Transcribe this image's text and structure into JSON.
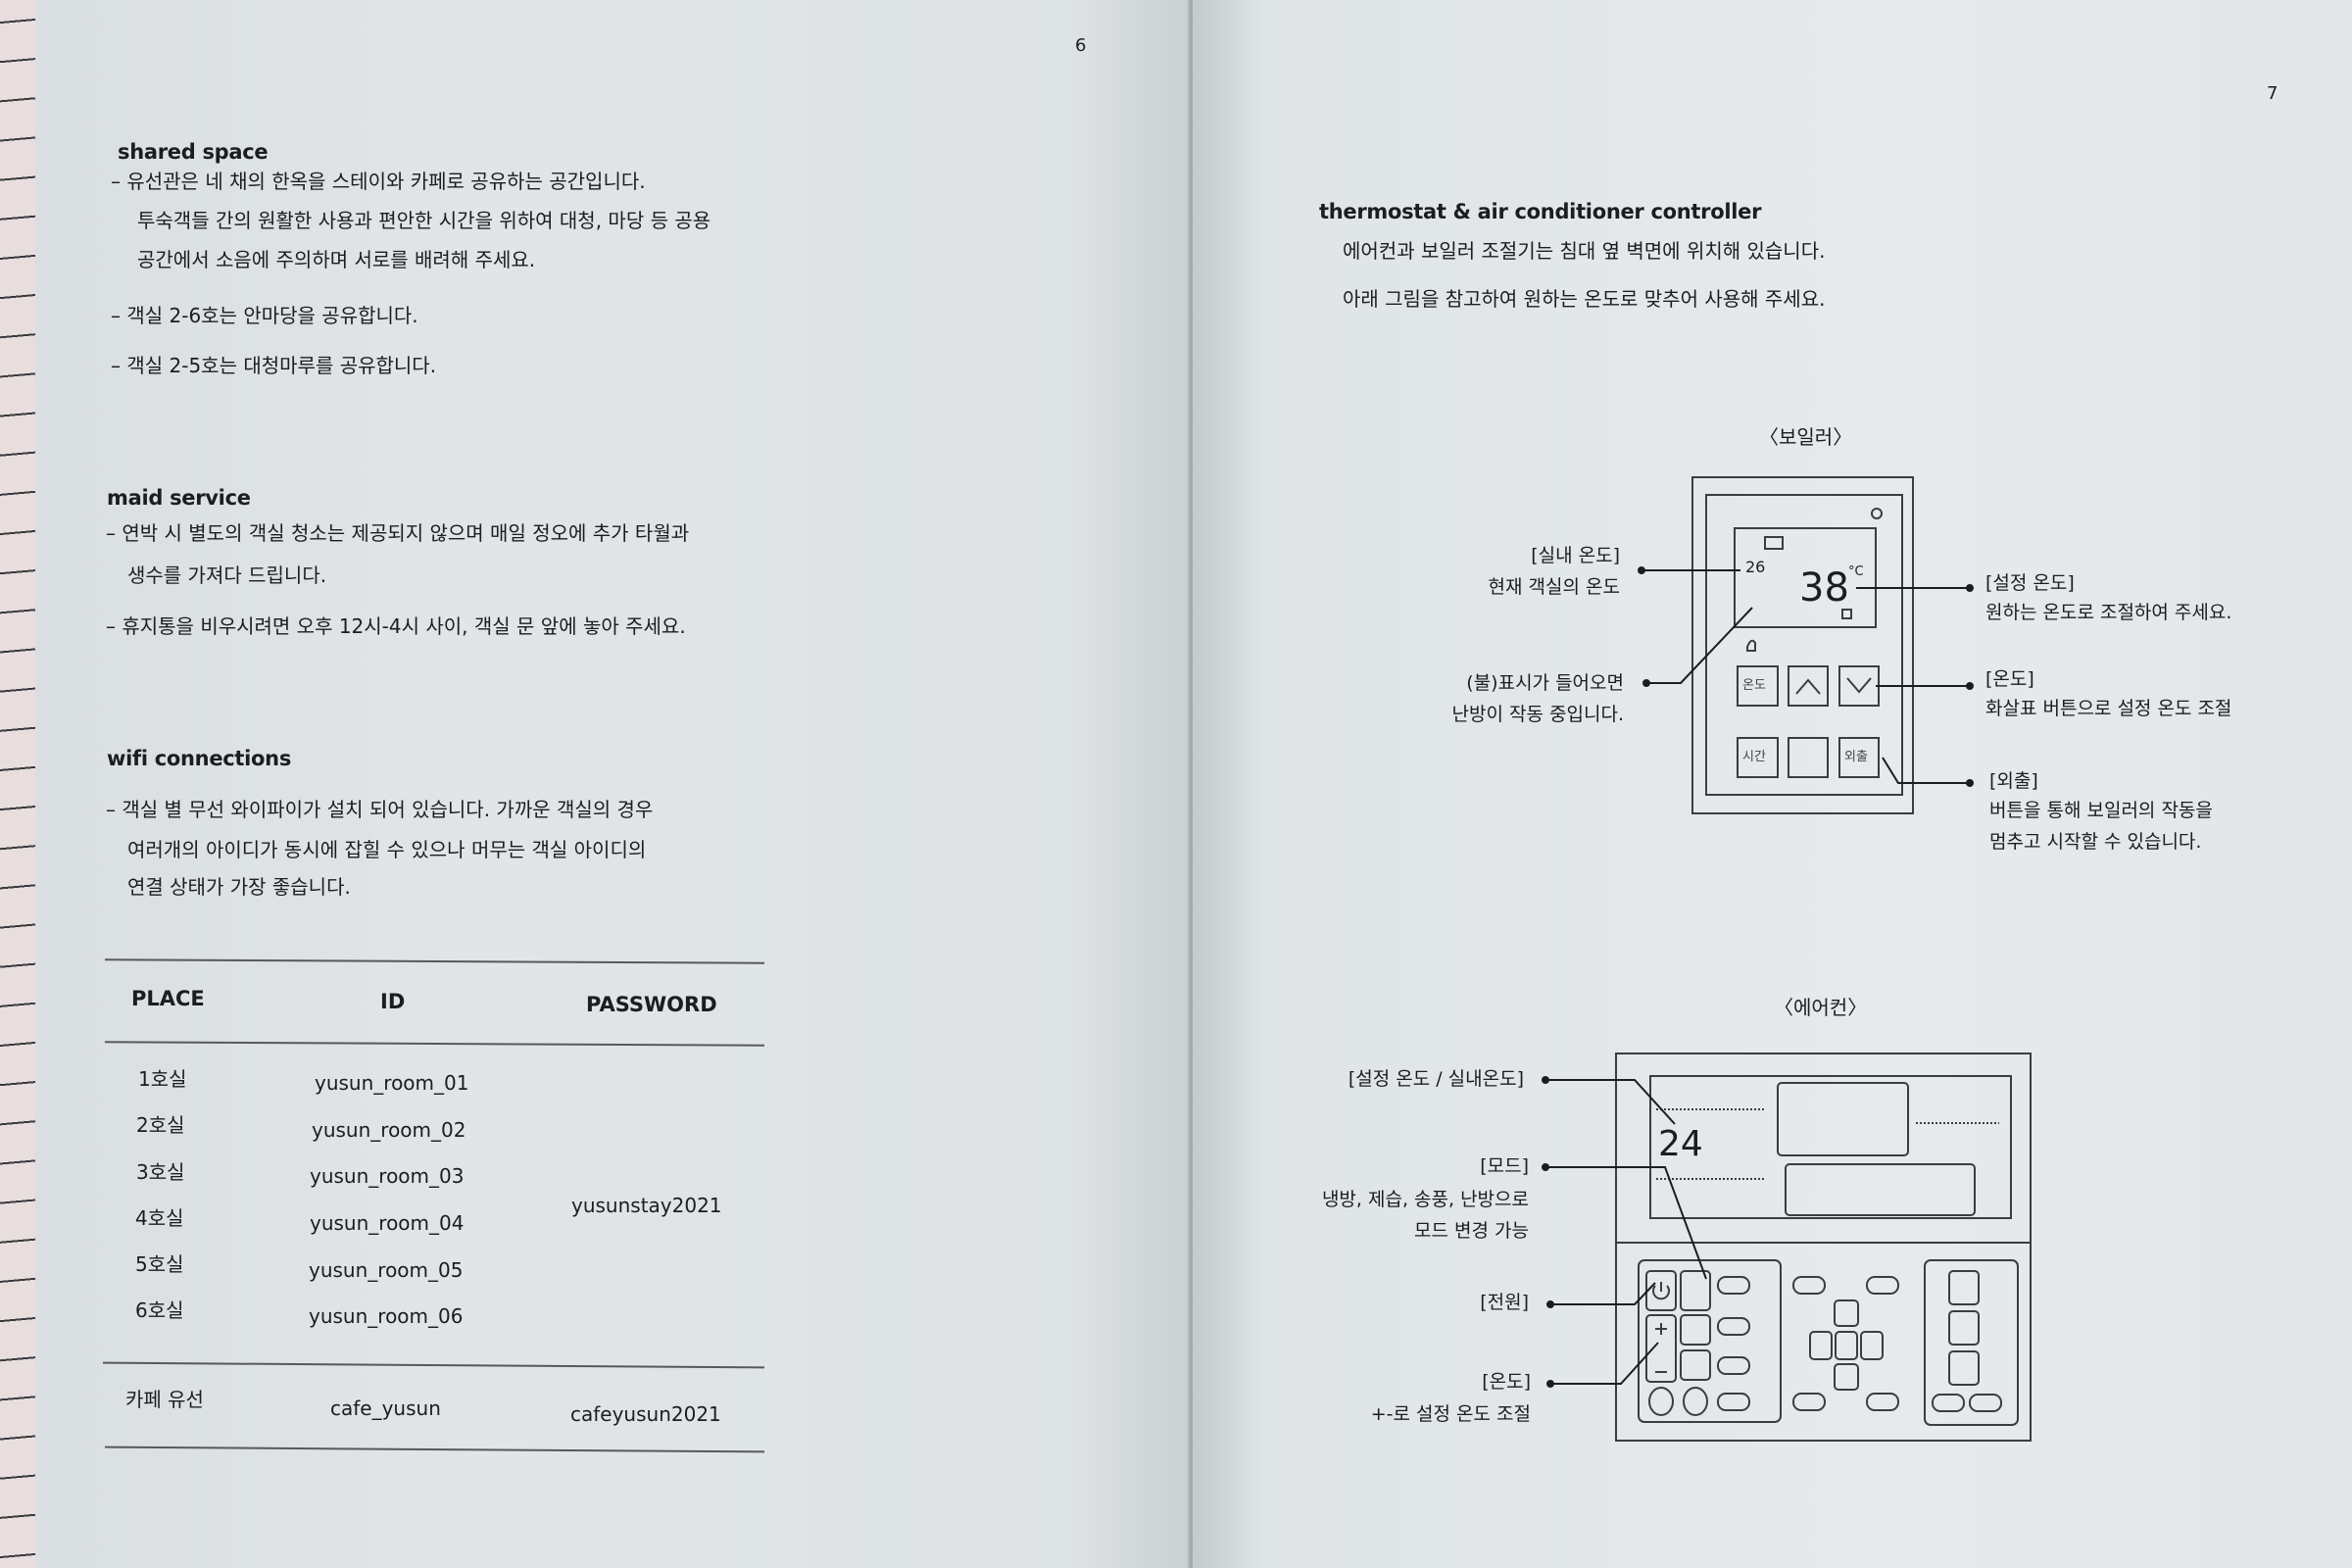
{
  "left_page": {
    "page_number": "6",
    "shared_space": {
      "heading": "shared space",
      "bullets": [
        "– 유선관은 네 채의 한옥을 스테이와 카페로 공유하는 공간입니다.",
        "투숙객들 간의 원활한 사용과 편안한 시간을 위하여 대청, 마당 등 공용",
        "공간에서 소음에 주의하며 서로를 배려해 주세요.",
        "– 객실 2-6호는 안마당을 공유합니다.",
        "– 객실 2-5호는 대청마루를 공유합니다."
      ]
    },
    "maid_service": {
      "heading": "maid service",
      "bullets": [
        "– 연박 시 별도의 객실 청소는 제공되지 않으며 매일 정오에 추가 타월과",
        "생수를 가져다 드립니다.",
        "– 휴지통을 비우시려면 오후 12시-4시 사이, 객실 문 앞에 놓아 주세요."
      ]
    },
    "wifi": {
      "heading": "wifi connections",
      "bullets": [
        "– 객실 별 무선 와이파이가 설치 되어 있습니다. 가까운 객실의 경우",
        "여러개의 아이디가 동시에 잡힐 수 있으나 머무는 객실 아이디의",
        "연결 상태가 가장 좋습니다."
      ],
      "table": {
        "headers": [
          "PLACE",
          "ID",
          "PASSWORD"
        ],
        "rooms": [
          {
            "place": "1호실",
            "id": "yusun_room_01"
          },
          {
            "place": "2호실",
            "id": "yusun_room_02"
          },
          {
            "place": "3호실",
            "id": "yusun_room_03"
          },
          {
            "place": "4호실",
            "id": "yusun_room_04"
          },
          {
            "place": "5호실",
            "id": "yusun_room_05"
          },
          {
            "place": "6호실",
            "id": "yusun_room_06"
          }
        ],
        "rooms_password": "yusunstay2021",
        "cafe": {
          "place": "카페 유선",
          "id": "cafe_yusun",
          "password": "cafeyusun2021"
        }
      }
    }
  },
  "right_page": {
    "page_number": "7",
    "heading": "thermostat & air conditioner controller",
    "intro": [
      "에어컨과 보일러 조절기는 침대 옆 벽면에 위치해 있습니다.",
      "아래 그림을 참고하여 원하는 온도로 맞추어 사용해 주세요."
    ],
    "boiler": {
      "title": "〈보일러〉",
      "display": {
        "room_temp": "26",
        "set_temp": "38",
        "unit": "°C"
      },
      "buttons": {
        "temp": "온도",
        "time": "시간",
        "away": "외출"
      },
      "labels": {
        "room_temp_title": "[실내 온도]",
        "room_temp_desc": "현재 객실의 온도",
        "flame_line1": "(불)표시가 들어오면",
        "flame_line2": "난방이 작동 중입니다.",
        "set_temp_title": "[설정 온도]",
        "set_temp_desc": "원하는 온도로 조절하여 주세요.",
        "temp_title": "[온도]",
        "temp_desc": "화살표 버튼으로 설정 온도 조절",
        "away_title": "[외출]",
        "away_desc1": "버튼을 통해 보일러의 작동을",
        "away_desc2": "멈추고 시작할 수 있습니다."
      }
    },
    "aircon": {
      "title": "〈에어컨〉",
      "display": {
        "temp": "24"
      },
      "labels": {
        "temp_title": "[설정 온도 / 실내온도]",
        "mode_title": "[모드]",
        "mode_desc1": "냉방, 제습, 송풍, 난방으로",
        "mode_desc2": "모드 변경 가능",
        "power_title": "[전원]",
        "adjust_title": "[온도]",
        "adjust_desc": "+-로 설정 온도 조절"
      }
    }
  }
}
